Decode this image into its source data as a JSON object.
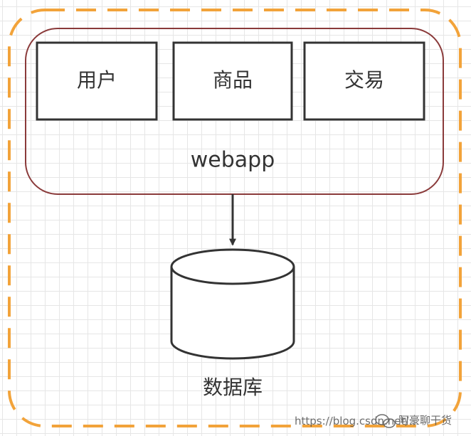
{
  "colors": {
    "outer_boundary": "#f2a33a",
    "app_boundary": "#8a3a3a",
    "box_border": "#333333",
    "arrow": "#333333"
  },
  "modules": [
    {
      "label": "用户"
    },
    {
      "label": "商品"
    },
    {
      "label": "交易"
    }
  ],
  "app": {
    "label": "webapp"
  },
  "database": {
    "label": "数据库"
  },
  "watermark": {
    "url_text": "https://blog.csdn.net/...",
    "brand_text": "阿豪聊干货",
    "icon": "wechat-icon"
  }
}
